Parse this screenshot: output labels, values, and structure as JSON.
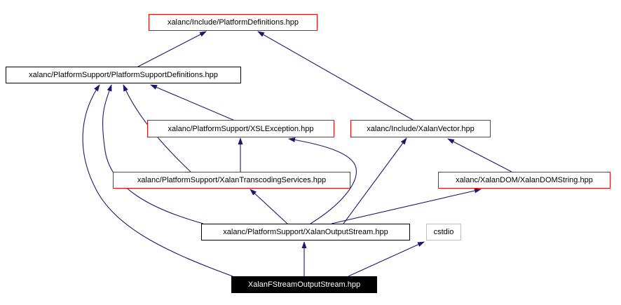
{
  "diagram": {
    "type": "include-dependency-graph",
    "colors": {
      "background": "#ffffff",
      "edge": "#191970",
      "node_border_red": "#ff0000",
      "node_border_black": "#000000",
      "node_border_gray": "#bfbfbf",
      "node_fill": "#ffffff",
      "node_fill_selected": "#000000",
      "text": "#000000",
      "text_selected": "#ffffff"
    },
    "nodes": [
      {
        "id": "platformdefinitions",
        "label": "xalanc/Include/PlatformDefinitions.hpp",
        "style": "red"
      },
      {
        "id": "platformsupportdefinitions",
        "label": "xalanc/PlatformSupport/PlatformSupportDefinitions.hpp",
        "style": "black"
      },
      {
        "id": "xslexception",
        "label": "xalanc/PlatformSupport/XSLException.hpp",
        "style": "red"
      },
      {
        "id": "xalanvector",
        "label": "xalanc/Include/XalanVector.hpp",
        "style": "red"
      },
      {
        "id": "xalantranscodingservices",
        "label": "xalanc/PlatformSupport/XalanTranscodingServices.hpp",
        "style": "red"
      },
      {
        "id": "xalandomstring",
        "label": "xalanc/XalanDOM/XalanDOMString.hpp",
        "style": "red"
      },
      {
        "id": "xalanoutputstream",
        "label": "xalanc/PlatformSupport/XalanOutputStream.hpp",
        "style": "black"
      },
      {
        "id": "cstdio",
        "label": "cstdio",
        "style": "gray"
      },
      {
        "id": "xalanfstreamoutputstream",
        "label": "XalanFStreamOutputStream.hpp",
        "style": "filled"
      }
    ],
    "edges": [
      {
        "from": "platformsupportdefinitions",
        "to": "platformdefinitions"
      },
      {
        "from": "xalanvector",
        "to": "platformdefinitions"
      },
      {
        "from": "xslexception",
        "to": "platformsupportdefinitions"
      },
      {
        "from": "xalantranscodingservices",
        "to": "platformsupportdefinitions"
      },
      {
        "from": "xalantranscodingservices",
        "to": "xslexception"
      },
      {
        "from": "xalanoutputstream",
        "to": "platformsupportdefinitions"
      },
      {
        "from": "xalanfstreamoutputstream",
        "to": "platformsupportdefinitions"
      },
      {
        "from": "xalanoutputstream",
        "to": "xalantranscodingservices"
      },
      {
        "from": "xalanoutputstream",
        "to": "xslexception"
      },
      {
        "from": "xalanoutputstream",
        "to": "xalanvector"
      },
      {
        "from": "xalanoutputstream",
        "to": "xalandomstring"
      },
      {
        "from": "xalandomstring",
        "to": "xalanvector"
      },
      {
        "from": "xalanfstreamoutputstream",
        "to": "xalanoutputstream"
      },
      {
        "from": "xalanfstreamoutputstream",
        "to": "cstdio"
      }
    ]
  }
}
